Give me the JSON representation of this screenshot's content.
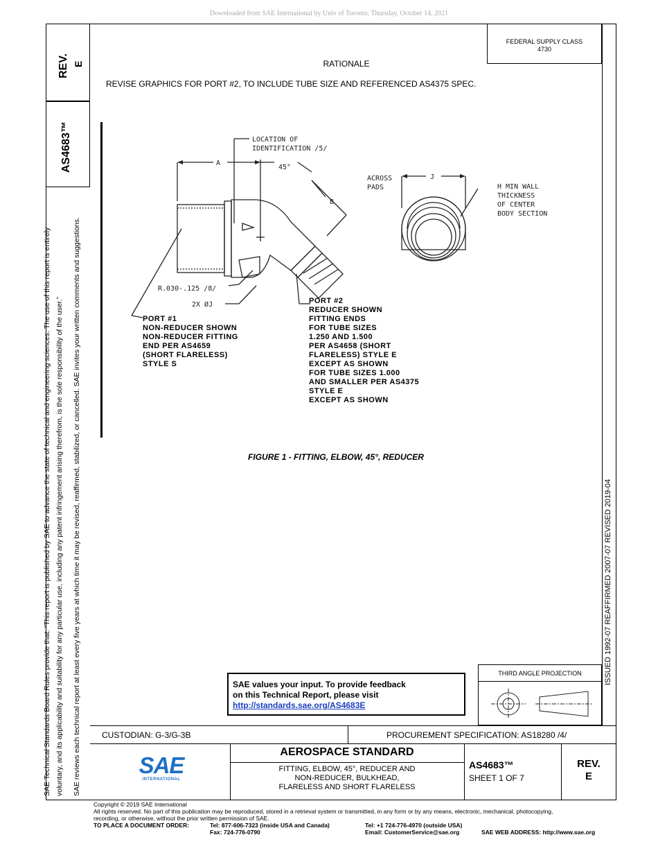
{
  "download_notice": "Downloaded from SAE International by Univ of Toronto, Thursday, October 14, 2021",
  "rev_label": "REV.",
  "rev_value": "E",
  "side_doc_number": "AS4683™",
  "side_notice_line1": "SAE Technical Standards Board Rules provide that: “This report is published by SAE to advance the state of technical and engineering sciences. The use of this report is entirely",
  "side_notice_line2": "voluntary, and its applicability and suitability for any particular use, including any patent infringement arising therefrom, is the sole responsibility of the user.”",
  "side_notice_line3": "SAE reviews each technical report at least every five years at which time it may be revised, reaffirmed, stabilized, or cancelled. SAE invites your written comments and suggestions.",
  "federal_supply_class": "FEDERAL SUPPLY CLASS",
  "federal_supply_class_value": "4730",
  "rationale_title": "RATIONALE",
  "rationale_text": "REVISE GRAPHICS FOR PORT #2, TO INCLUDE TUBE SIZE AND REFERENCED AS4375 SPEC.",
  "drawing": {
    "location_label_1": "LOCATION OF",
    "location_label_2": "IDENTIFICATION /5/",
    "dim_a": "A",
    "angle": "45°",
    "dim_b": "B",
    "across_pads_1": "ACROSS",
    "across_pads_2": "PADS",
    "dim_j": "J",
    "h_min_1": "H MIN WALL",
    "h_min_2": "THICKNESS",
    "h_min_3": "OF CENTER",
    "h_min_4": "BODY SECTION",
    "radius_label": "R.030-.125 /8/",
    "diameter_label": "2X ØJ",
    "port1_lines": [
      "PORT #1",
      "NON-REDUCER SHOWN",
      "NON-REDUCER FITTING",
      "END PER AS4659",
      "(SHORT FLARELESS)",
      "STYLE S"
    ],
    "port2_lines": [
      "PORT #2",
      "REDUCER SHOWN",
      "FITTING ENDS",
      "FOR TUBE SIZES",
      "1.250 AND 1.500",
      "PER AS4658 (SHORT",
      "FLARELESS) STYLE E",
      "EXCEPT AS SHOWN",
      "FOR TUBE SIZES 1.000",
      "AND SMALLER PER AS4375",
      "STYLE E",
      "EXCEPT AS SHOWN"
    ]
  },
  "figure_caption": "FIGURE 1 - FITTING, ELBOW, 45°, REDUCER",
  "issue_history": "ISSUED 1992-07    REAFFIRMED 2007-07    REVISED 2019-04",
  "feedback_line1": "SAE values your input. To provide feedback",
  "feedback_line2": "on this Technical Report, please visit",
  "feedback_link": "http://standards.sae.org/AS4683E",
  "third_angle_projection": "THIRD ANGLE PROJECTION",
  "custodian": "CUSTODIAN: G-3/G-3B",
  "procurement": "PROCUREMENT SPECIFICATION: AS18280 /4/",
  "logo_text": "SAE",
  "logo_subtext": "INTERNATIONAL",
  "standard_type": "AEROSPACE STANDARD",
  "title_line1": "FITTING, ELBOW, 45°, REDUCER AND",
  "title_line2": "NON-REDUCER, BULKHEAD,",
  "title_line3": "FLARELESS AND SHORT FLARELESS",
  "doc_number": "AS4683™",
  "sheet": "SHEET 1 OF 7",
  "rev_box_label": "REV.",
  "rev_box_value": "E",
  "copyright": "Copyright © 2019 SAE International",
  "rights_line1": "All rights reserved. No part of this publication may be reproduced, stored in a retrieval system or transmitted, in any form or by any means, electronic, mechanical, photocopying,",
  "rights_line2": "recording, or otherwise, without the prior written permission of SAE.",
  "order_label": "TO PLACE A DOCUMENT ORDER:",
  "tel_usa": "Tel: 877-606-7323 (inside USA and Canada)",
  "fax": "Fax: 724-776-0790",
  "tel_outside": "Tel: +1 724-776-4970 (outside USA)",
  "email": "Email: CustomerService@sae.org",
  "web": "SAE WEB ADDRESS: http://www.sae.org",
  "colors": {
    "link": "#1a3fbf",
    "logo_blue": "#1e6fc4"
  }
}
